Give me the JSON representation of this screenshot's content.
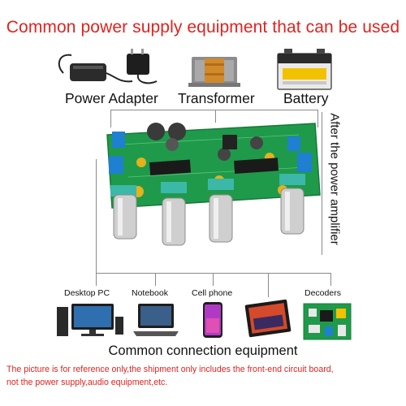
{
  "header": {
    "title": "Common power supply equipment that can be used"
  },
  "power_sources": [
    {
      "label": "Power Adapter",
      "icon": "power-adapter-icon"
    },
    {
      "label": "Transformer",
      "icon": "transformer-icon"
    },
    {
      "label": "Battery",
      "icon": "battery-icon"
    }
  ],
  "side_label": "After the power amplifier",
  "devices": [
    {
      "label": "Desktop PC",
      "icon": "desktop-pc-icon"
    },
    {
      "label": "Notebook",
      "icon": "notebook-icon"
    },
    {
      "label": "Cell phone",
      "icon": "cell-phone-icon"
    },
    {
      "label": "Decoders",
      "icon": "decoder-icon"
    }
  ],
  "connection_label": "Common connection equipment",
  "footer": {
    "line1": "The picture is for reference only,the shipment only includes the front-end circuit board,",
    "line2": "not the power supply,audio equipment,etc."
  },
  "colors": {
    "accent": "#e0231f",
    "pcb": "#1f9a4a",
    "terminal": "#1f7fd0"
  }
}
